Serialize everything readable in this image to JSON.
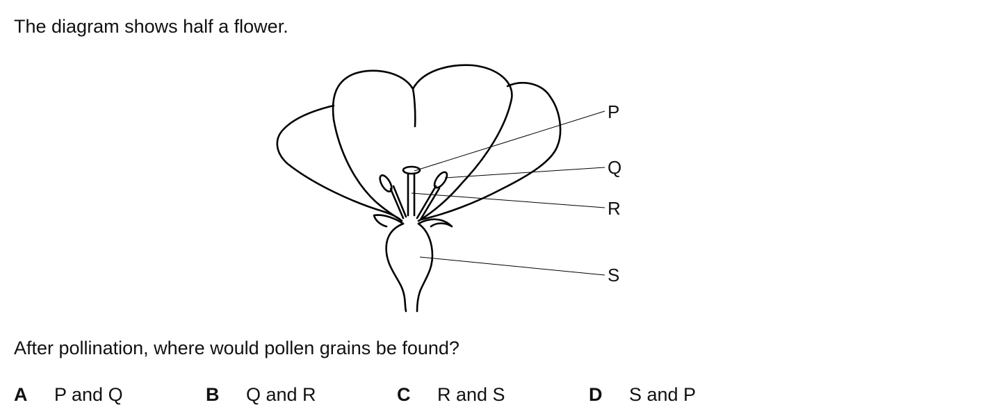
{
  "intro": "The diagram shows half a flower.",
  "diagram": {
    "labels": {
      "p": "P",
      "q": "Q",
      "r": "R",
      "s": "S"
    }
  },
  "question": "After pollination, where would pollen grains be found?",
  "options": [
    {
      "letter": "A",
      "text": "P and Q"
    },
    {
      "letter": "B",
      "text": "Q and R"
    },
    {
      "letter": "C",
      "text": "R and S"
    },
    {
      "letter": "D",
      "text": "S and P"
    }
  ]
}
